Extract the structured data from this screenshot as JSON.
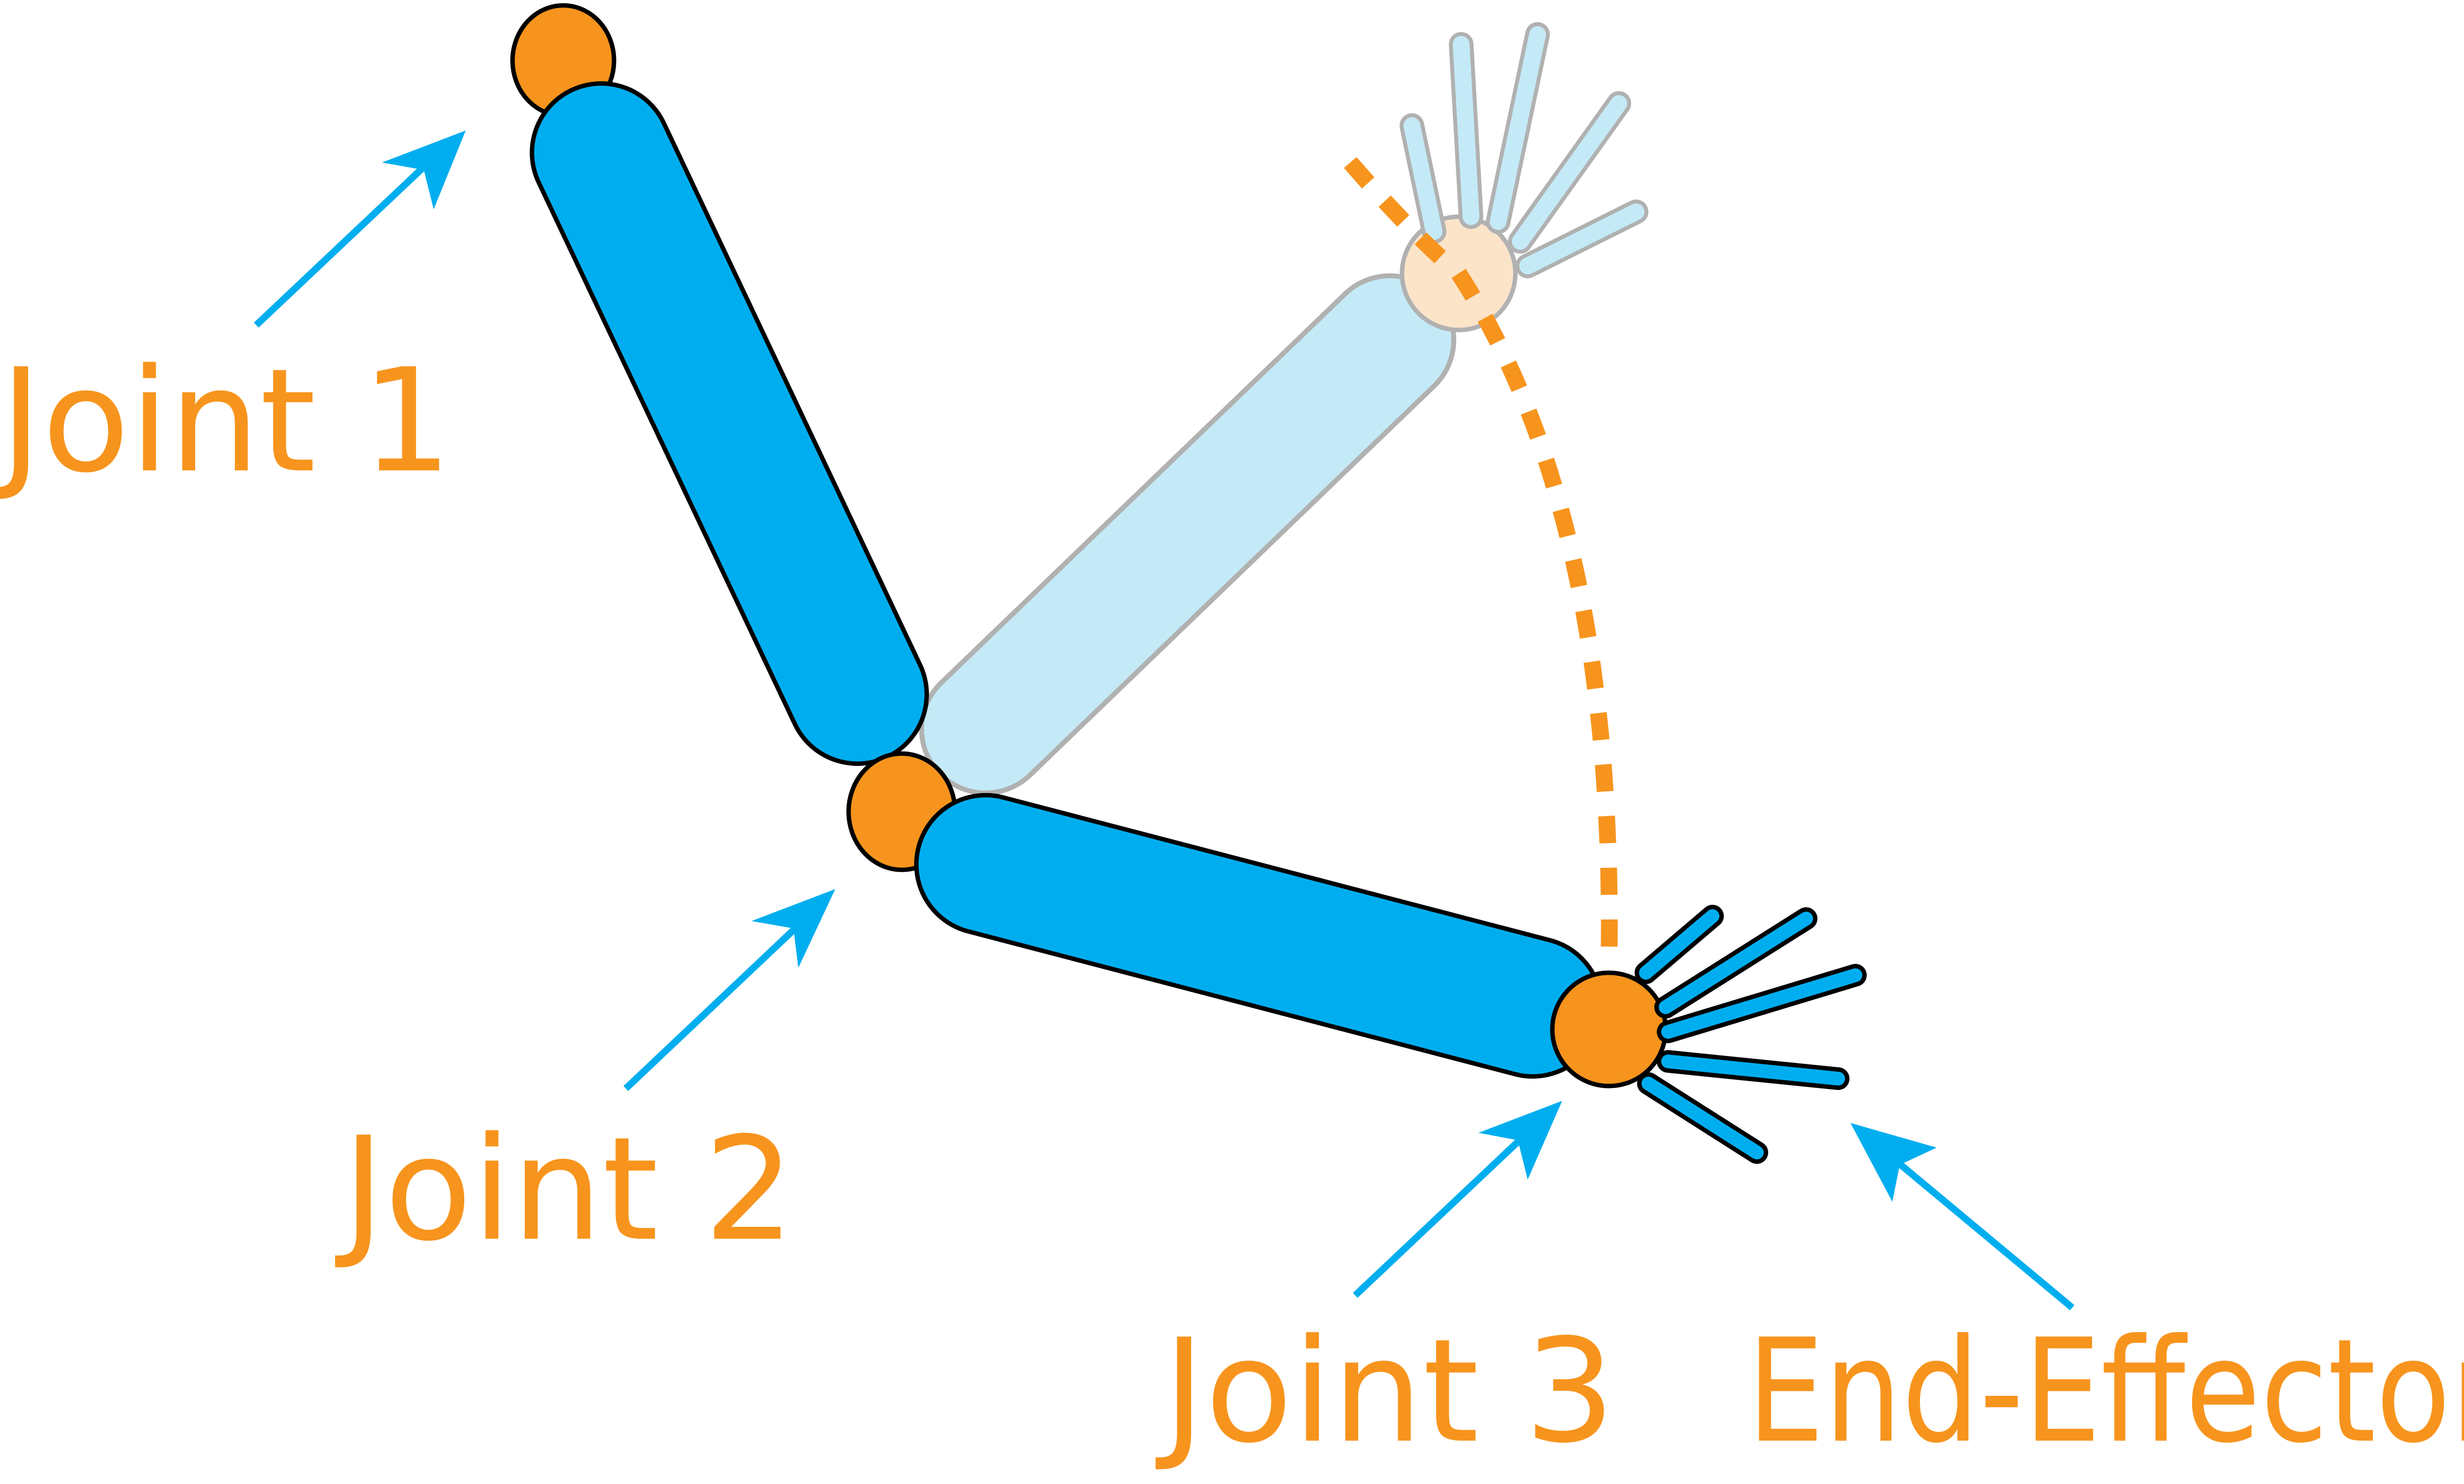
{
  "labels": {
    "joint1": "Joint 1",
    "joint2": "Joint 2",
    "joint3": "Joint 3",
    "end_effector": "End-Effector"
  },
  "colors": {
    "link": "#00AEEF",
    "link_ghost": "#BEE8F7",
    "joint": "#F7941D",
    "joint_ghost": "#FCE2C4",
    "arrow": "#00AEEF",
    "label": "#F7941D",
    "outline": "#000000",
    "ghost_outline": "#A9A9A9",
    "path": "#F7941D"
  }
}
